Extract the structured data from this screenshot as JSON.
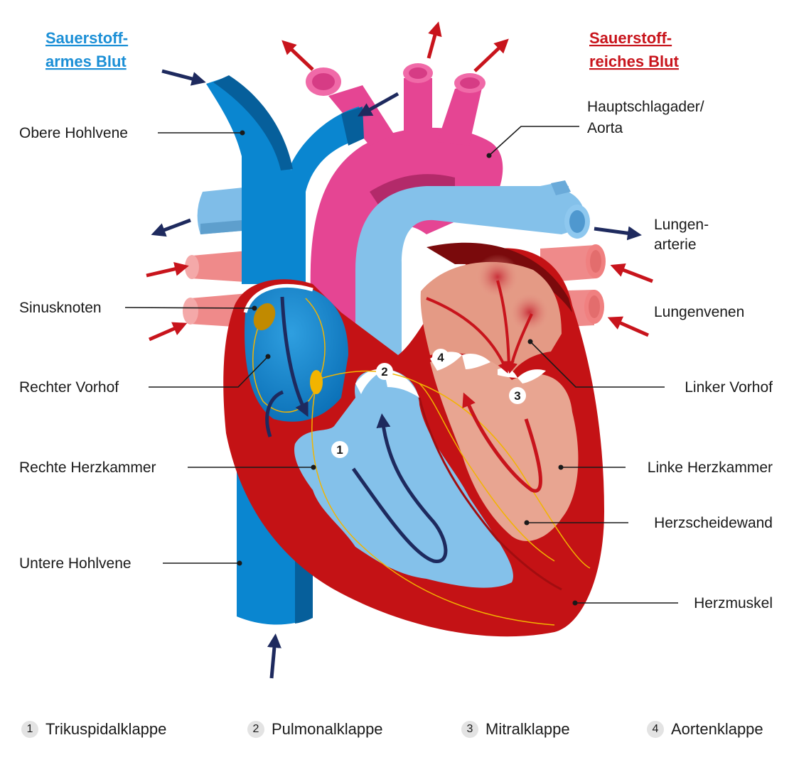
{
  "headers": {
    "oxygen_poor_line1": "Sauerstoff-",
    "oxygen_poor_line2": "armes Blut",
    "oxygen_rich_line1": "Sauerstoff-",
    "oxygen_rich_line2": "reiches Blut"
  },
  "labels": {
    "superior_vena_cava": "Obere Hohlvene",
    "aorta_line1": "Hauptschlagader/",
    "aorta_line2": "Aorta",
    "pulmonary_artery_line1": "Lungen-",
    "pulmonary_artery_line2": "arterie",
    "pulmonary_veins": "Lungenvenen",
    "sinus_node": "Sinusknoten",
    "right_atrium": "Rechter Vorhof",
    "left_atrium": "Linker Vorhof",
    "right_ventricle": "Rechte Herzkammer",
    "left_ventricle": "Linke Herzkammer",
    "septum": "Herzscheidewand",
    "inferior_vena_cava": "Untere Hohlvene",
    "heart_muscle": "Herzmuskel"
  },
  "valve_markers": {
    "v1": "1",
    "v2": "2",
    "v3": "3",
    "v4": "4"
  },
  "legend": [
    {
      "num": "1",
      "label": "Trikuspidalklappe"
    },
    {
      "num": "2",
      "label": "Pulmonalklappe"
    },
    {
      "num": "3",
      "label": "Mitralklappe"
    },
    {
      "num": "4",
      "label": "Aortenklappe"
    }
  ],
  "colors": {
    "oxygen_poor": "#1b8fd6",
    "oxygen_rich": "#c8141c",
    "vena_cava": "#0a86d0",
    "pulmonary_artery": "#84c1ea",
    "aorta": "#e54593",
    "muscle": "#c41215",
    "left_chamber": "#e8a591",
    "arrow_dark": "#1e2a5e",
    "arrow_red": "#c8141c",
    "conduction": "#f2b400"
  }
}
